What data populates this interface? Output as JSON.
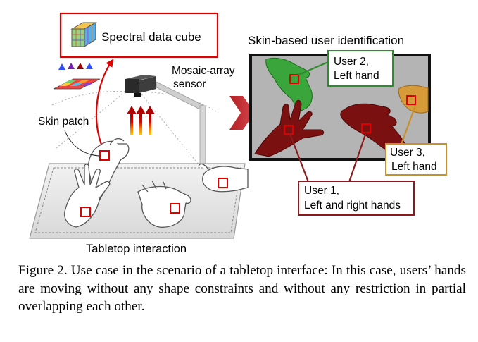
{
  "figure": {
    "left_panel": {
      "data_cube_label": "Spectral data cube",
      "sensor_label_line1": "Mosaic-array",
      "sensor_label_line2": "sensor",
      "skin_patch_label": "Skin patch",
      "bottom_label": "Tabletop interaction"
    },
    "right_panel": {
      "title": "Skin-based user identification",
      "users": [
        {
          "line1": "User 2,",
          "line2": "Left hand",
          "color": "#2e8b2e"
        },
        {
          "line1": "User 3,",
          "line2": "Left hand",
          "color": "#c8902a"
        },
        {
          "line1": "User 1,",
          "line2": "Left and right hands",
          "color": "#8b1a1a"
        }
      ]
    },
    "colors": {
      "highlight_red": "#e00000",
      "background_panel": "#b4b4b4",
      "hand_user1": "#7a1010",
      "hand_user2": "#3aa53a",
      "hand_user3": "#d79a38",
      "arrow": "#c0262b"
    }
  },
  "caption": "Figure 2. Use case in the scenario of a tabletop interface: In this case, users’ hands are moving without any shape constraints and without any restriction in partial overlapping each other."
}
